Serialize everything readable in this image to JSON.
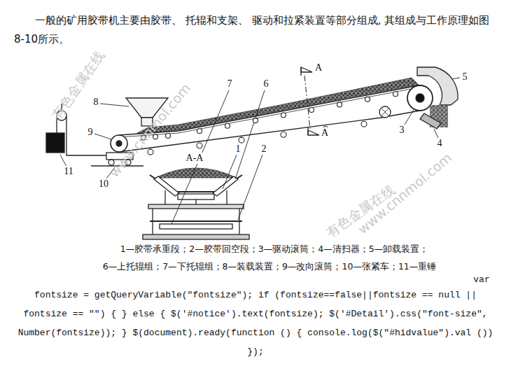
{
  "diagram": {
    "labels": [
      "一般的矿用胶带机主要由胶带、 托辊和支架、 驱动和拉紧装置等部分组成, 其组成与工作原理如图8-10所示。",
      "8",
      "9",
      "11",
      "10",
      "7",
      "6",
      "1",
      "2",
      "A",
      "A",
      "5",
      "3",
      "4",
      "A-A",
      "1—胶带承重段；2—胶带回空段；3—驱动滚筒；4—清扫器；5—卸载装置；",
      "6—上托辊组；7—下托辊组；8—装载装置；9—改向滚筒；10—张紧车；11—重锤",
      "var",
      "fontsize = getQueryVariable(\"fontsize\"); if (fontsize==false||fontsize == null || fontsize == \"\") { } else { $('#notice').text(fontsize); $('#Detail').css(\"font-size\", Number(fontsize)); } $(document).ready(function () { console.log($(\"#hidvalue\").val ()) });",
      "有色金属在线",
      "www.cnnmol.com",
      "有色金属在线",
      "www.cnnmol.com"
    ]
  }
}
